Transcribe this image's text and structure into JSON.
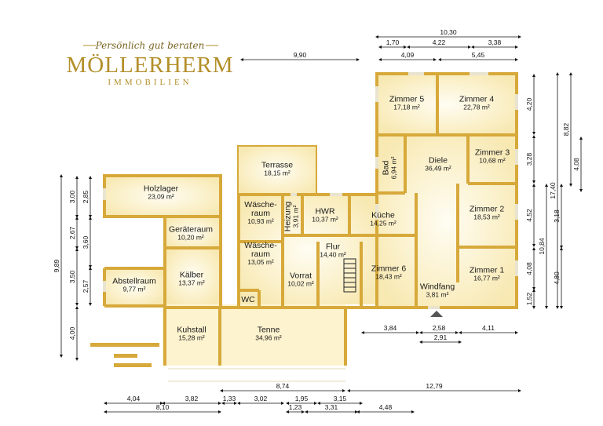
{
  "logo": {
    "tagline": "Persönlich gut beraten",
    "name": "MÖLLERHERM",
    "sub": "IMMOBILIEN"
  },
  "colors": {
    "wall": "#d7a93a",
    "room_fill": "#fbf1c9",
    "room_fill_light": "#fdf7e2",
    "dim_line": "#111111",
    "logo": "#b38f2a"
  },
  "rooms": [
    {
      "id": "zimmer5",
      "name": "Zimmer 5",
      "area": "17,18 m²"
    },
    {
      "id": "zimmer4",
      "name": "Zimmer 4",
      "area": "22,78 m²"
    },
    {
      "id": "zimmer3",
      "name": "Zimmer 3",
      "area": "10,68 m²"
    },
    {
      "id": "bad",
      "name": "Bad",
      "area": "6,94 m²"
    },
    {
      "id": "diele",
      "name": "Diele",
      "area": "36,49 m²"
    },
    {
      "id": "zimmer2",
      "name": "Zimmer 2",
      "area": "18,53 m²"
    },
    {
      "id": "zimmer1",
      "name": "Zimmer 1",
      "area": "16,77 m²"
    },
    {
      "id": "windfang",
      "name": "Windfang",
      "area": "3,81 m²"
    },
    {
      "id": "terrasse",
      "name": "Terrasse",
      "area": "18,15 m²"
    },
    {
      "id": "holzlager",
      "name": "Holzlager",
      "area": "23,09 m²"
    },
    {
      "id": "geraeteraum",
      "name": "Geräteraum",
      "area": "10,20 m²"
    },
    {
      "id": "waescheraum1",
      "name": "Wäsche-\nraum",
      "area": "10,93 m²"
    },
    {
      "id": "heizung",
      "name": "Heizung",
      "area": "3,91 m²"
    },
    {
      "id": "hwr",
      "name": "HWR",
      "area": "10,37 m²"
    },
    {
      "id": "kueche",
      "name": "Küche",
      "area": "14,25 m²"
    },
    {
      "id": "flur",
      "name": "Flur",
      "area": "14,40 m²"
    },
    {
      "id": "waescheraum2",
      "name": "Wäsche-\nraum",
      "area": "13,05 m²"
    },
    {
      "id": "vorrat",
      "name": "Vorrat",
      "area": "10,02 m²"
    },
    {
      "id": "zimmer6",
      "name": "Zimmer 6",
      "area": "18,43 m²"
    },
    {
      "id": "abstellraum",
      "name": "Abstellraum",
      "area": "9,77 m²"
    },
    {
      "id": "kaelber",
      "name": "Kälber",
      "area": "13,37 m²"
    },
    {
      "id": "wc",
      "name": "WC",
      "area": ""
    },
    {
      "id": "kuhstall",
      "name": "Kuhstall",
      "area": "15,28 m²"
    },
    {
      "id": "tenne",
      "name": "Tenne",
      "area": "34,96 m²"
    }
  ],
  "dimensions": {
    "top": [
      "10,30",
      "1,70",
      "4,22",
      "3,38",
      "9,90",
      "4,09",
      "5,45"
    ],
    "right": [
      "4,20",
      "3,28",
      "4,52",
      "4,08",
      "1,52",
      "10,84",
      "3,18",
      "4,80",
      "17,40",
      "8,82",
      "4,08"
    ],
    "left": [
      "3,00",
      "2,85",
      "2,67",
      "3,60",
      "3,50",
      "2,57",
      "4,00",
      "9,89"
    ],
    "middle": [
      "3,84",
      "2,58",
      "4,11",
      "2,91"
    ],
    "bottom": [
      "8,74",
      "12,79",
      "4,04",
      "3,82",
      "1,33",
      "3,02",
      "1,95",
      "3,15",
      "8,10",
      "1,23",
      "3,31",
      "4,48"
    ]
  }
}
